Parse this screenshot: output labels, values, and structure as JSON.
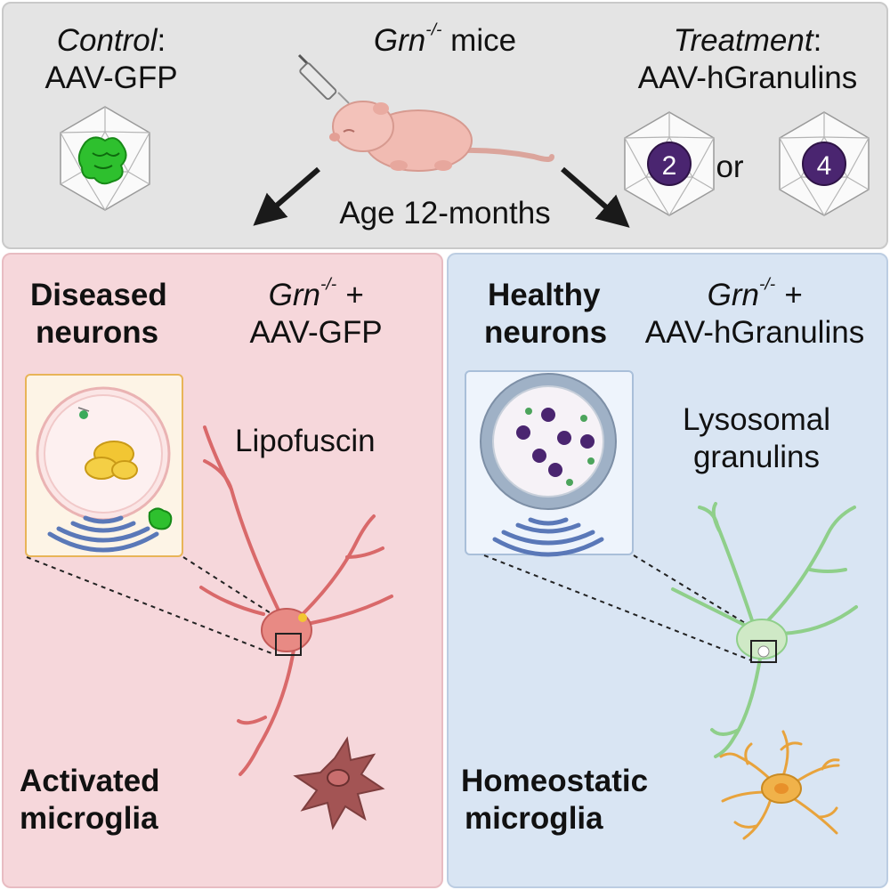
{
  "top": {
    "control": {
      "title": "Control",
      "colon": ":",
      "vector": "AAV-GFP"
    },
    "mice": {
      "gene": "Grn",
      "sup": "-/-",
      "label": " mice"
    },
    "treatment": {
      "title": "Treatment",
      "colon": ":",
      "vector": "AAV-hGranulins"
    },
    "granulin_options": [
      "2",
      "4"
    ],
    "or_label": "or",
    "age_label": "Age 12-months"
  },
  "left": {
    "status_line1": "Diseased",
    "status_line2": "neurons",
    "group_gene": "Grn",
    "group_sup": "-/-",
    "group_plus": " +",
    "group_vector": "AAV-GFP",
    "feature": "Lipofuscin",
    "microglia_line1": "Activated",
    "microglia_line2": "microglia"
  },
  "right": {
    "status_line1": "Healthy",
    "status_line2": "neurons",
    "group_gene": "Grn",
    "group_sup": "-/-",
    "group_plus": " +",
    "group_vector": "AAV-hGranulins",
    "feature_line1": "Lysosomal",
    "feature_line2": "granulins",
    "microglia_line1": "Homeostatic",
    "microglia_line2": "microglia"
  },
  "colors": {
    "diseased_neuron": "#d9696a",
    "healthy_neuron": "#8fcf8a",
    "activated_microglia": "#a35454",
    "homeostatic_microglia": "#f0b24a",
    "granulin": "#4a2570",
    "gfp": "#2ec02e",
    "lipofuscin": "#f2c633"
  }
}
